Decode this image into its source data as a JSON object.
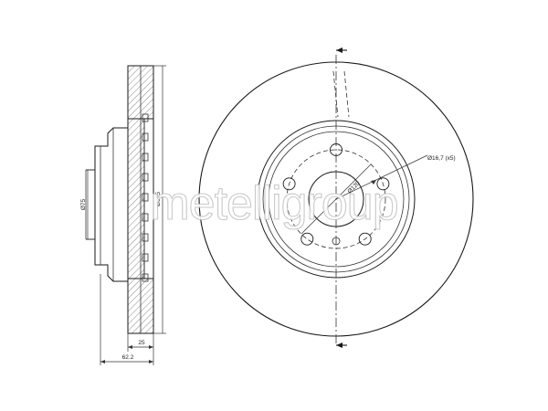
{
  "watermark": "metelligroup",
  "colors": {
    "line": "#1a1a1a",
    "hatch": "#555555",
    "watermark_stroke": "#c4c4c4"
  },
  "labels": {
    "overall_diameter": "Ø325",
    "hub_diameter": "Ø75",
    "bolt_circle": "Ø120",
    "bolt_hole": "Ø16,7 (x5)",
    "thickness": "25",
    "total_height": "62.2"
  }
}
